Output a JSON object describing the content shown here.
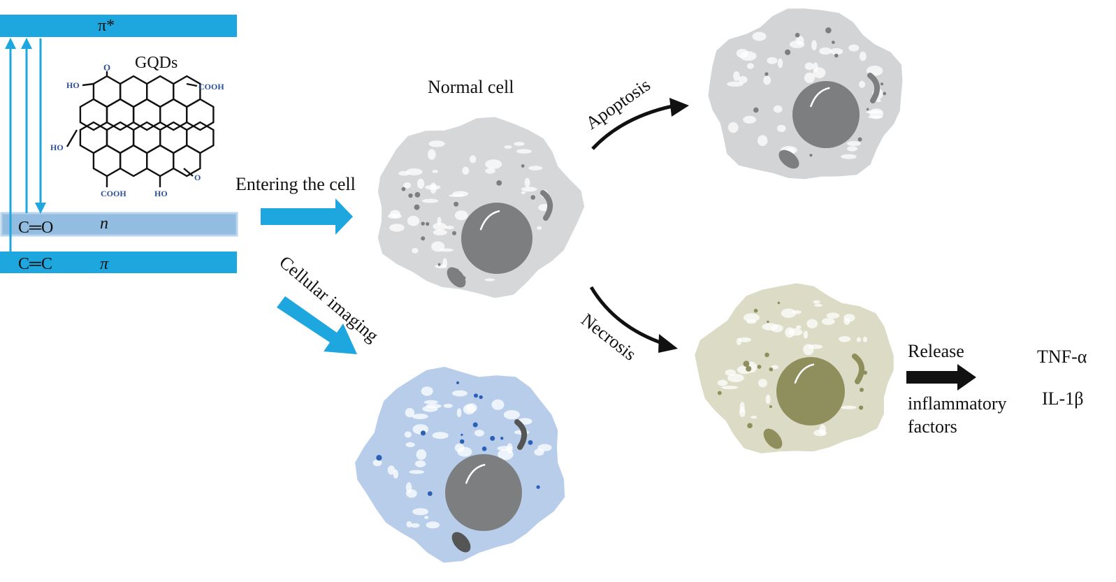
{
  "energy_levels": {
    "pi_star": "π*",
    "n_bond": "C═O",
    "n_level": "n",
    "pi_bond": "C═C",
    "pi_level": "π"
  },
  "molecule": {
    "name": "GQDs",
    "groups": {
      "o_top": "O",
      "ho_top_left": "HO",
      "cooh_right": "COOH",
      "ho_left": "HO",
      "o_right": "O",
      "cooh_bottom": "COOH",
      "ho_bottom": "HO"
    }
  },
  "labels": {
    "entering": "Entering the cell",
    "normal_cell": "Normal cell",
    "apoptosis": "Apoptosis",
    "necrosis": "Necrosis",
    "cellular_imaging": "Cellular imaging",
    "release": "Release",
    "inflammatory": "inflammatory",
    "factors": "factors",
    "tnf": "TNF-α",
    "il": "IL-1β"
  },
  "colors": {
    "level_blue": "#1ea7df",
    "n_band": "#93bde0",
    "arrow_blue": "#1ea7df",
    "normal_cell": "#d6d7d8",
    "apoptotic_cell": "#d3d4d5",
    "necrotic_cell": "#dcdcc6",
    "necrotic_nucleus": "#8f8f5e",
    "imaging_cell": "#b7cdea",
    "nucleus": "#7d7e80",
    "molecule_group": "#2a4f9a"
  }
}
